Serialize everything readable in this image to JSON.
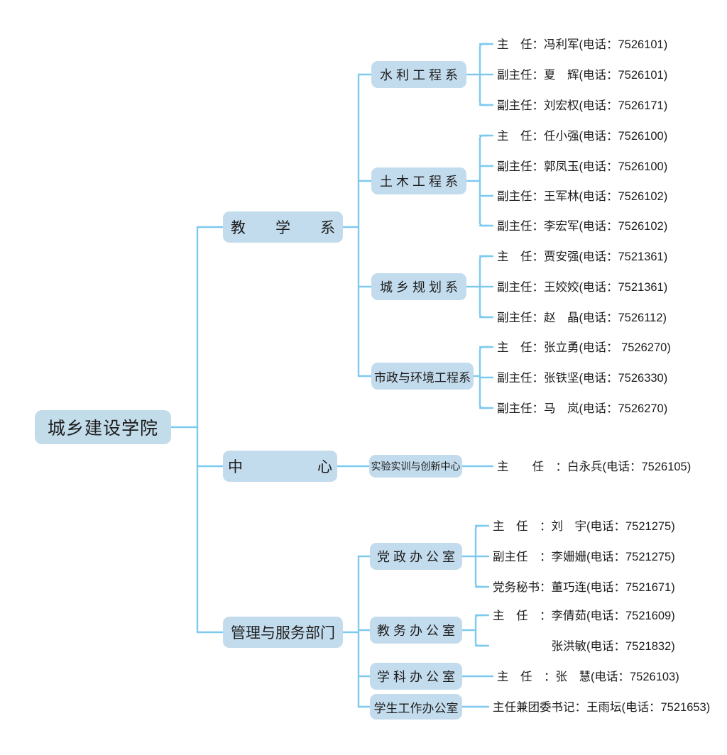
{
  "theme": {
    "node_fill": "#c3dced",
    "link_color": "#7ec9ee",
    "text_color": "#1c1c1c",
    "background": "#ffffff"
  },
  "root": {
    "label": "城乡建设学院"
  },
  "branches": [
    {
      "id": "teaching",
      "label": "教　　学　　系",
      "departments": [
        {
          "id": "water-conservancy",
          "label": "水 利 工 程 系",
          "members": [
            "主　任：冯利军(电话：7526101)",
            "副主任：夏　辉(电话：7526101)",
            "副主任：刘宏权(电话：7526171)"
          ]
        },
        {
          "id": "civil-engineering",
          "label": "土 木 工 程 系",
          "members": [
            "主　任：任小强(电话：7526100)",
            "副主任：郭凤玉(电话：7526100)",
            "副主任：王军林(电话：7526102)",
            "副主任：李宏军(电话：7526102)"
          ]
        },
        {
          "id": "urban-rural-planning",
          "label": "城 乡 规 划 系",
          "members": [
            "主　任：贾安强(电话：7521361)",
            "副主任：王姣姣(电话：7521361)",
            "副主任：赵　晶(电话：7526112)"
          ]
        },
        {
          "id": "municipal-environmental",
          "label": "市政与环境工程系",
          "members": [
            "主　任：张立勇(电话： 7526270)",
            "副主任：张铁坚(电话：7526330)",
            "副主任：马　岚(电话：7526270)"
          ]
        }
      ]
    },
    {
      "id": "center",
      "label": "中　　　　　心",
      "departments": [
        {
          "id": "experiment-training-innovation-center",
          "label": "实验实训与创新中心",
          "members": [
            "主　　任　：白永兵(电话：7526105)"
          ]
        }
      ]
    },
    {
      "id": "management-service",
      "label": "管理与服务部门",
      "departments": [
        {
          "id": "party-admin-office",
          "label": "党 政 办 公 室",
          "members": [
            "主　任　：刘　宇(电话：7521275)",
            "副主任　：李姗姗(电话：7521275)",
            "党务秘书：董巧连(电话：7521671)"
          ]
        },
        {
          "id": "academic-affairs-office",
          "label": "教 务 办 公 室",
          "members": [
            "主　任　：李倩茹(电话：7521609)",
            "　　　　　张洪敏(电话：7521832)"
          ]
        },
        {
          "id": "discipline-office",
          "label": "学 科 办 公 室",
          "members": [
            "主　任　：张　慧(电话：7526103)"
          ]
        },
        {
          "id": "student-affairs-office",
          "label": "学生工作办公室",
          "members": [
            "主任兼团委书记：王雨坛(电话：7521653)"
          ]
        }
      ]
    }
  ]
}
